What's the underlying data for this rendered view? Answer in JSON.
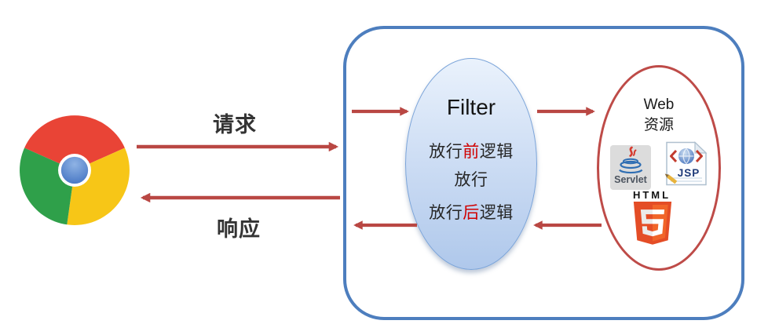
{
  "diagram": {
    "request_label": "请求",
    "response_label": "响应",
    "filter": {
      "title": "Filter",
      "before": {
        "pre": "放行",
        "highlight": "前",
        "post": "逻辑"
      },
      "pass": "放行",
      "after": {
        "pre": "放行",
        "highlight": "后",
        "post": "逻辑"
      }
    },
    "web_resource": {
      "line1": "Web",
      "line2": "资源"
    },
    "labels": {
      "servlet": "Servlet",
      "jsp": "JSP",
      "html": "HTML"
    },
    "icons": {
      "browser": "chrome-logo",
      "servlet": "java-coffee-cup",
      "jsp": "jsp-document",
      "html5": "html5-shield"
    },
    "colors": {
      "arrow": "#B94743",
      "container_border": "#4D7EBE",
      "filter_border": "#7BA4D9",
      "filter_fill_top": "#EAF2FC",
      "filter_fill_bottom": "#AFC8EB",
      "resource_border": "#BE4B48",
      "highlight_red": "#D00000",
      "chrome_red": "#E94436",
      "chrome_yellow": "#F7C617",
      "chrome_green": "#2FA04A",
      "chrome_blue": "#4C80CF"
    }
  }
}
